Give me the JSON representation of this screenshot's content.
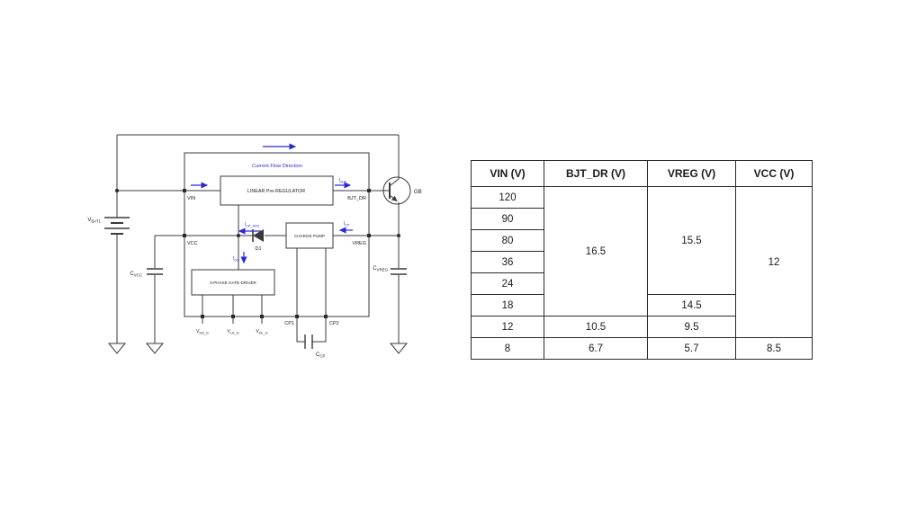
{
  "colors": {
    "background": "#ffffff",
    "wire": "#3a3a3a",
    "accent_blue": "#2b2bd0"
  },
  "circuit": {
    "current_flow_label": "Current Flow Direction",
    "battery": {
      "main": "V",
      "sub": "BAT1"
    },
    "ic_blocks": {
      "linear_regulator": "LINEAR Pre-REGULATOR",
      "charge_pump": "CHARGE PUMP",
      "gate_driver": "3-PHASE GATE DRIVER"
    },
    "pins": {
      "vin": "VIN",
      "vcc": "VCC",
      "bjt_dr": "BJT_DR",
      "vreg": "VREG",
      "cp1": "CP1",
      "cp2": "CP2"
    },
    "transistor_label": "GB",
    "diode_label": "D1",
    "capacitors": {
      "c_vcc": {
        "main": "C",
        "sub": "VCC"
      },
      "c_vreg": {
        "main": "C",
        "sub": "VREG"
      },
      "c_cp": {
        "main": "C",
        "sub": "CP"
      }
    },
    "currents": {
      "i_cp_avg": {
        "main": "I",
        "sub": "CP_AVG"
      },
      "i_bjt": {
        "main": "I",
        "sub": "BJT"
      },
      "i_cp": {
        "main": "I",
        "sub": "CP"
      },
      "i_gd": {
        "main": "I",
        "sub": "GD"
      }
    },
    "gate_outputs": [
      {
        "main": "V",
        "sub": "HS_G"
      },
      {
        "main": "V",
        "sub": "LS_G"
      },
      {
        "main": "V",
        "sub": "HL_G"
      }
    ]
  },
  "table": {
    "headers": [
      "VIN (V)",
      "BJT_DR (V)",
      "VREG (V)",
      "VCC (V)"
    ],
    "vin": [
      "120",
      "90",
      "80",
      "36",
      "24",
      "18",
      "12",
      "8"
    ],
    "bjt_dr": [
      {
        "value": "16.5",
        "rows": "120-18"
      },
      {
        "value": "10.5",
        "rows": "12"
      },
      {
        "value": "6.7",
        "rows": "8"
      }
    ],
    "vreg": [
      {
        "value": "15.5",
        "rows": "120-24"
      },
      {
        "value": "14.5",
        "rows": "18"
      },
      {
        "value": "9.5",
        "rows": "12"
      },
      {
        "value": "5.7",
        "rows": "8"
      }
    ],
    "vcc": [
      {
        "value": "12",
        "rows": "120-12"
      },
      {
        "value": "8.5",
        "rows": "8"
      }
    ]
  }
}
